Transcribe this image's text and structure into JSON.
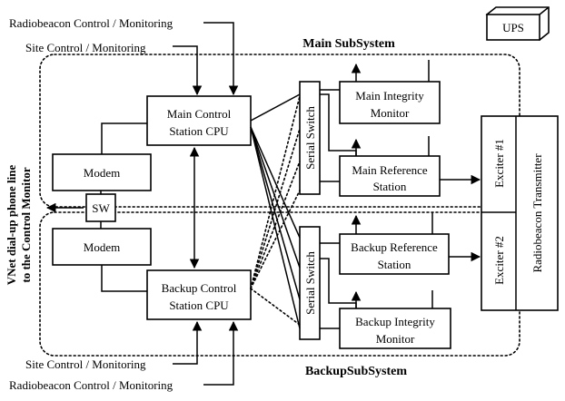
{
  "labels": {
    "radiobeacon_top": "Radiobeacon Control / Monitoring",
    "site_top": "Site Control / Monitoring",
    "main_subsystem": "Main SubSystem",
    "ups": "UPS",
    "main_cpu_line1": "Main Control",
    "main_cpu_line2": "Station CPU",
    "main_integrity_line1": "Main Integrity",
    "main_integrity_line2": "Monitor",
    "main_reference_line1": "Main Reference",
    "main_reference_line2": "Station",
    "serial_switch_main": "Serial Switch",
    "serial_switch_backup": "Serial Switch",
    "modem_top": "Modem",
    "modem_bottom": "Modem",
    "sw": "SW",
    "exciter1": "Exciter #1",
    "exciter2": "Exciter #2",
    "transmitter": "Radiobeacon Transmitter",
    "vnet_line1": "VNet dial-up phone line",
    "vnet_line2": "to the Control Monitor",
    "backup_reference_line1": "Backup Reference",
    "backup_reference_line2": "Station",
    "backup_cpu_line1": "Backup Control",
    "backup_cpu_line2": "Station CPU",
    "backup_integrity_line1": "Backup Integrity",
    "backup_integrity_line2": "Monitor",
    "site_bottom": "Site Control / Monitoring",
    "radiobeacon_bottom": "Radiobeacon Control / Monitoring",
    "backup_subsystem": "BackupSubSystem"
  }
}
